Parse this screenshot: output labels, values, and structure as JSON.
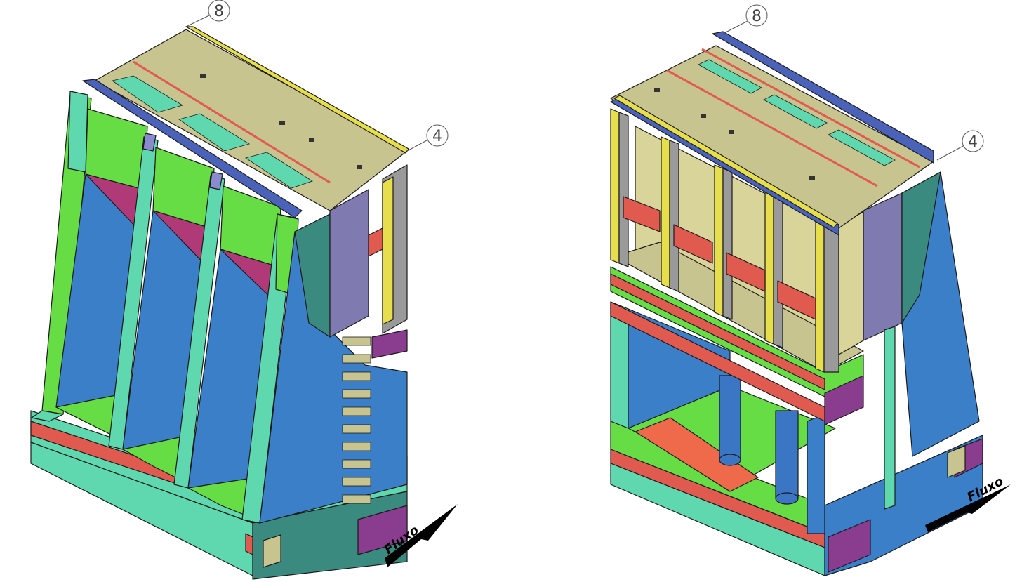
{
  "callouts": {
    "left_top": "8",
    "left_side": "4",
    "right_top": "8",
    "right_side": "4"
  },
  "flow_label": "Fluxo",
  "colors": {
    "deck": "#c8c490",
    "lime": "#66dd44",
    "cyan": "#5fd8b0",
    "blue": "#3a7fc8",
    "navy": "#4a62b8",
    "red": "#e05a50",
    "salmon": "#ef6a4a",
    "yellow": "#e6de4a",
    "purple": "#8a3c8e",
    "magenta": "#b03a78",
    "lavender": "#7f7ab0",
    "teal": "#3b8a80",
    "gray": "#9a9a9a",
    "cream": "#d8d49a",
    "steelblue": "#3a76c4"
  }
}
